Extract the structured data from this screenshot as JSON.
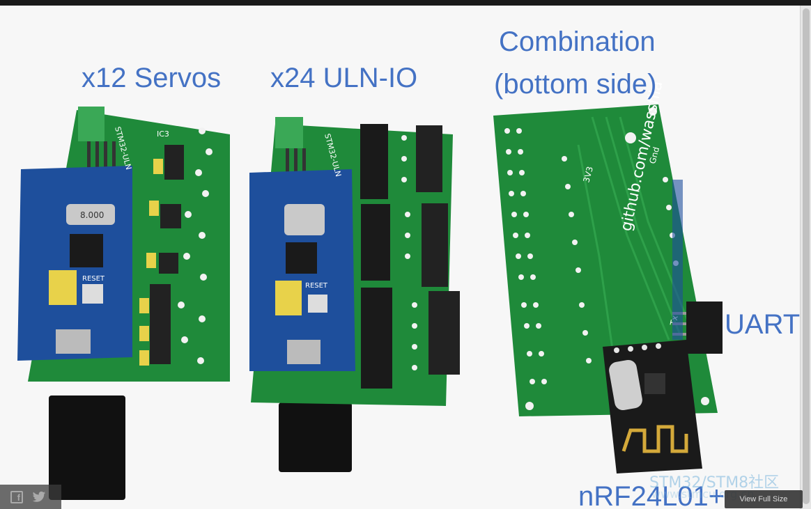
{
  "captions": {
    "servos": "x12 Servos",
    "uln": "x24 ULN-IO",
    "combination_line1": "Combination",
    "combination_line2": "(bottom side)",
    "uart": "UART",
    "nrf": "nRF24L01+"
  },
  "board_labels": {
    "stm32_uln_1": "STM32-ULN",
    "stm32_uln_2": "STM32-ULN",
    "github": "github.com/wassfila",
    "v3v3": "3V3",
    "gnd": "Gnd",
    "tx": "Tx",
    "reset_1": "RESET",
    "reset_2": "RESET",
    "crystal": "8.000",
    "ic3": "IC3"
  },
  "watermark": {
    "line1": "STM32/STM8社区",
    "line2": "www.stmcu.org.cn"
  },
  "controls": {
    "view_full_size": "View Full Size",
    "facebook_glyph": "f"
  },
  "colors": {
    "caption": "#4472c4",
    "pcb": "#1f8a3a",
    "bluepill": "#1e4f9c"
  }
}
